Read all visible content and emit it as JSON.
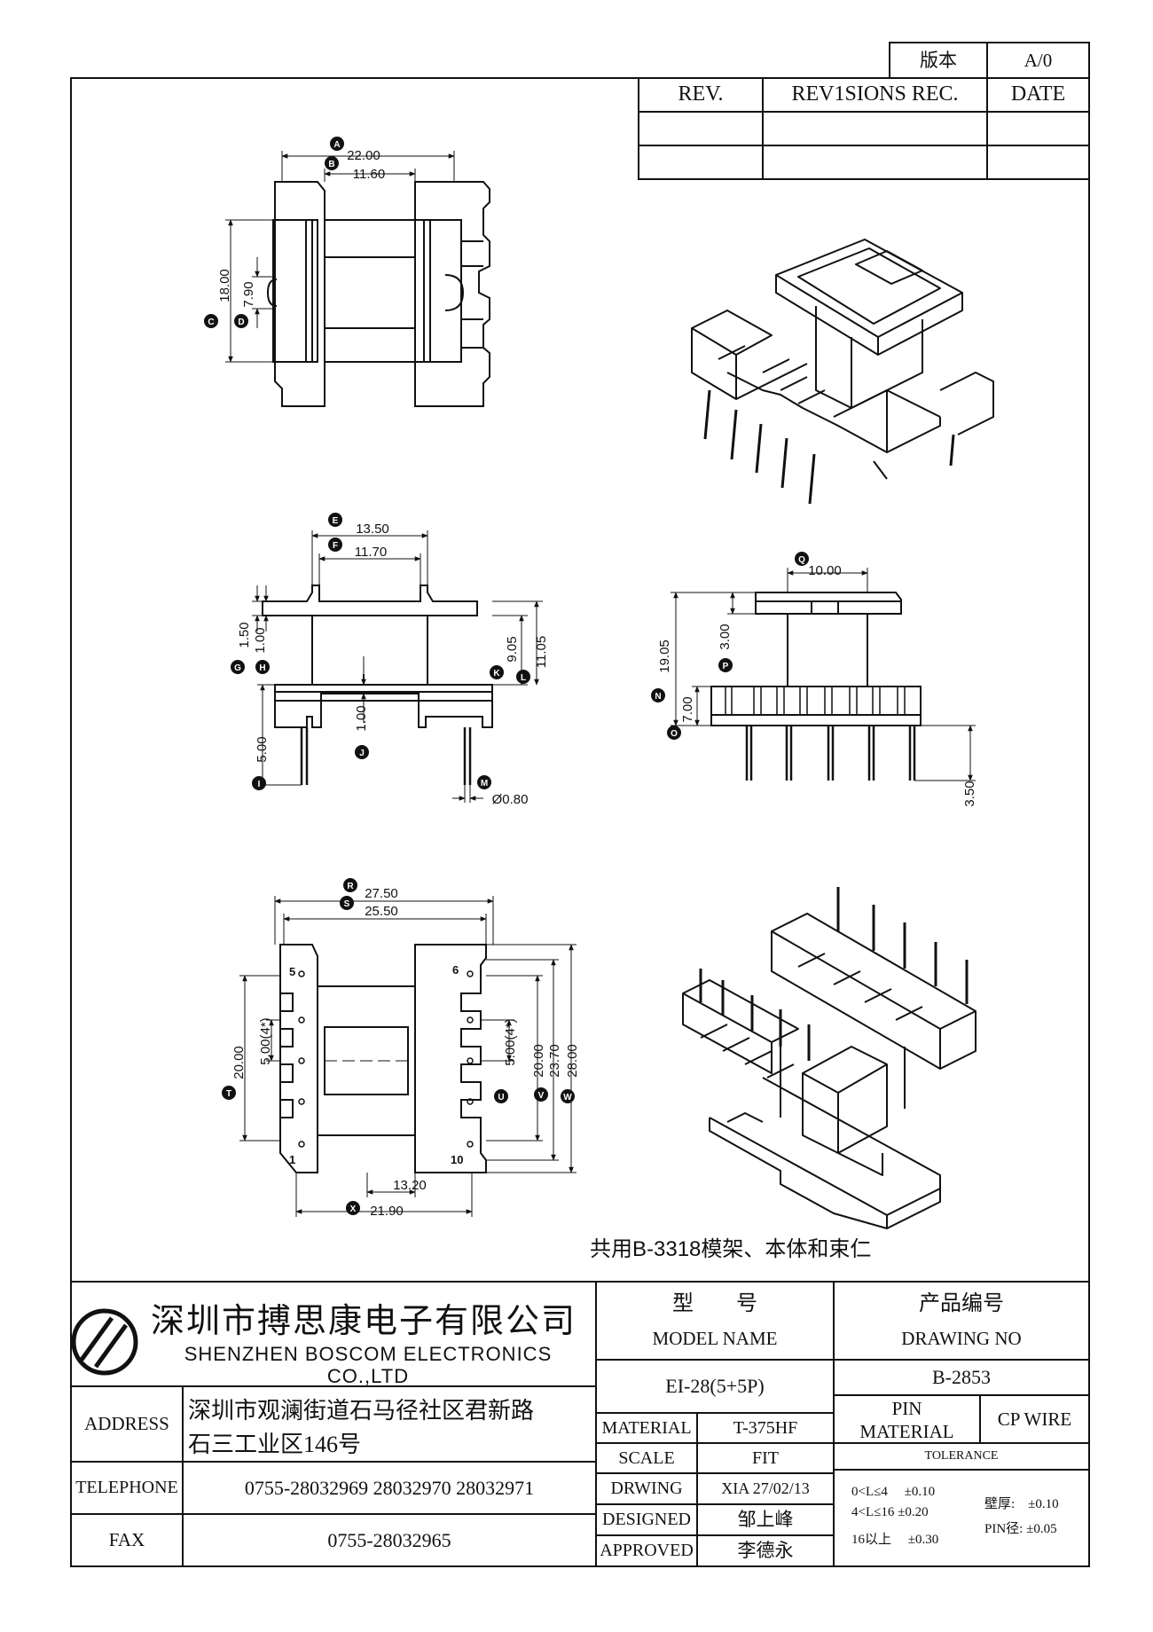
{
  "revision": {
    "version_label": "版本",
    "version_value": "A/0",
    "headers": [
      "REV.",
      "REV1SIONS REC.",
      "DATE"
    ]
  },
  "dimensions": {
    "A": {
      "letter": "A",
      "value": "22.00"
    },
    "B": {
      "letter": "B",
      "value": "11.60"
    },
    "C": {
      "letter": "C",
      "value": "18.00"
    },
    "D": {
      "letter": "D",
      "value": "7.90"
    },
    "E": {
      "letter": "E",
      "value": "13.50"
    },
    "F": {
      "letter": "F",
      "value": "11.70"
    },
    "G": {
      "letter": "G",
      "value": "1.50"
    },
    "H": {
      "letter": "H",
      "value": "1.00"
    },
    "I": {
      "letter": "I",
      "value": "5.00"
    },
    "J": {
      "letter": "J",
      "value": "1.00"
    },
    "K": {
      "letter": "K",
      "value": "9.05"
    },
    "L": {
      "letter": "L",
      "value": "11.05"
    },
    "M": {
      "letter": "M",
      "value": "Ø0.80"
    },
    "N": {
      "letter": "N",
      "value": "19.05"
    },
    "O": {
      "letter": "O",
      "value": "7.00"
    },
    "P": {
      "letter": "P",
      "value": "3.00"
    },
    "Q": {
      "letter": "Q",
      "value": "10.00"
    },
    "PIN": {
      "value": "3.50"
    },
    "R": {
      "letter": "R",
      "value": "27.50"
    },
    "S": {
      "letter": "S",
      "value": "25.50"
    },
    "T": {
      "letter": "T",
      "value": "20.00"
    },
    "T2": {
      "value": "5.00(4*)"
    },
    "U": {
      "letter": "U",
      "value": "5.00(4*)"
    },
    "V": {
      "letter": "V",
      "value": "20.00"
    },
    "V2": {
      "value": "23.70"
    },
    "W": {
      "letter": "W",
      "value": "28.00"
    },
    "X": {
      "letter": "X",
      "value": "21.90"
    },
    "Y": {
      "value": "13.20"
    }
  },
  "pin_numbers": {
    "p1": "1",
    "p5": "5",
    "p6": "6",
    "p10": "10"
  },
  "note": "共用B-3318模架、本体和束仁",
  "company": {
    "name_cn": "深圳市搏思康电子有限公司",
    "name_en": "SHENZHEN BOSCOM ELECTRONICS CO.,LTD",
    "address_label": "ADDRESS",
    "address_line1": "深圳市观澜街道石马径社区君新路",
    "address_line2": "石三工业区146号",
    "telephone_label": "TELEPHONE",
    "telephone": "0755-28032969 28032970 28032971",
    "fax_label": "FAX",
    "fax": "0755-28032965"
  },
  "model": {
    "label_cn": "型　　号",
    "label_en": "MODEL NAME",
    "value": "EI-28(5+5P)"
  },
  "drawing_no": {
    "label_cn": "产品编号",
    "label_en": "DRAWING NO",
    "value": "B-2853"
  },
  "spec": {
    "material_label": "MATERIAL",
    "material": "T-375HF",
    "scale_label": "SCALE",
    "scale": "FIT",
    "drwing_label": "DRWING",
    "drwing": "XIA 27/02/13",
    "designed_label": "DESIGNED",
    "designed": "邹上峰",
    "approved_label": "APPROVED",
    "approved": "李德永"
  },
  "pin_material": {
    "label1": "PIN",
    "label2": "MATERIAL",
    "value": "CP WIRE"
  },
  "tolerance": {
    "title": "TOLERANCE",
    "r1": "0<L≤4　 ±0.10",
    "r2": "4<L≤16 ±0.20",
    "r3": "16以上　 ±0.30",
    "w1": "壁厚:　±0.10",
    "w2": "PIN径: ±0.05"
  }
}
